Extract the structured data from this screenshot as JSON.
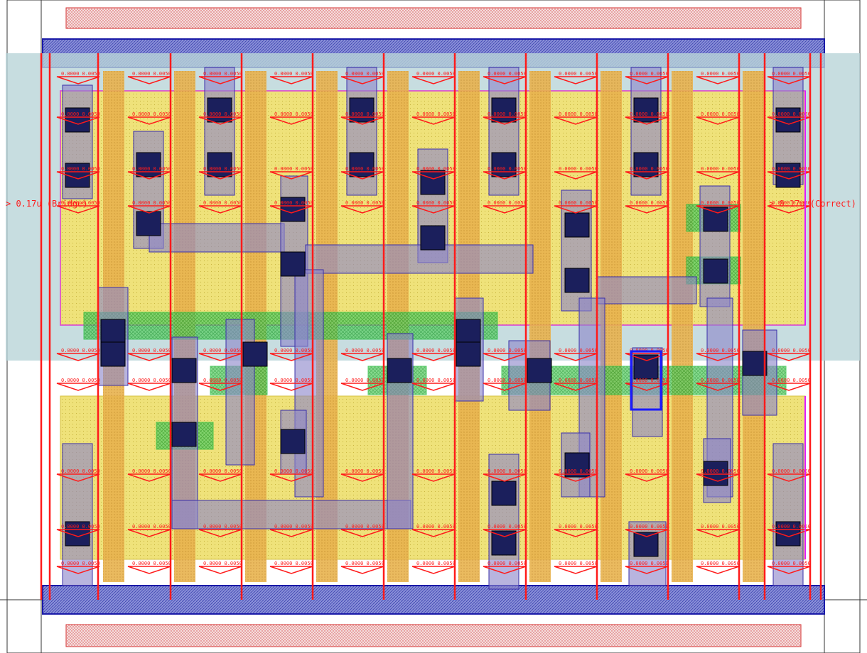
{
  "layout_view": {
    "left_annotation": "> 0.17u (Bridge)",
    "right_annotation": "> 0.17u (Correct)",
    "rule_tag": "0.0000 0.0050",
    "colors": {
      "background": "#ffffff",
      "nwell": "#b9d4d8",
      "diffusion": "#efe27a",
      "poly": "#e8b24d",
      "implant": "#1fbf3a",
      "metal1": "#8d86c9",
      "metal1_border": "#3a2fa8",
      "contact": "#1b1f5c",
      "rail_border": "#1a1aa8",
      "drc_marker": "#ff1a1a",
      "pin": "#e01aff"
    },
    "layers": [
      {
        "name": "nwell"
      },
      {
        "name": "diffusion"
      },
      {
        "name": "poly"
      },
      {
        "name": "implant"
      },
      {
        "name": "metal1"
      },
      {
        "name": "contact"
      },
      {
        "name": "drc-marker"
      }
    ]
  }
}
